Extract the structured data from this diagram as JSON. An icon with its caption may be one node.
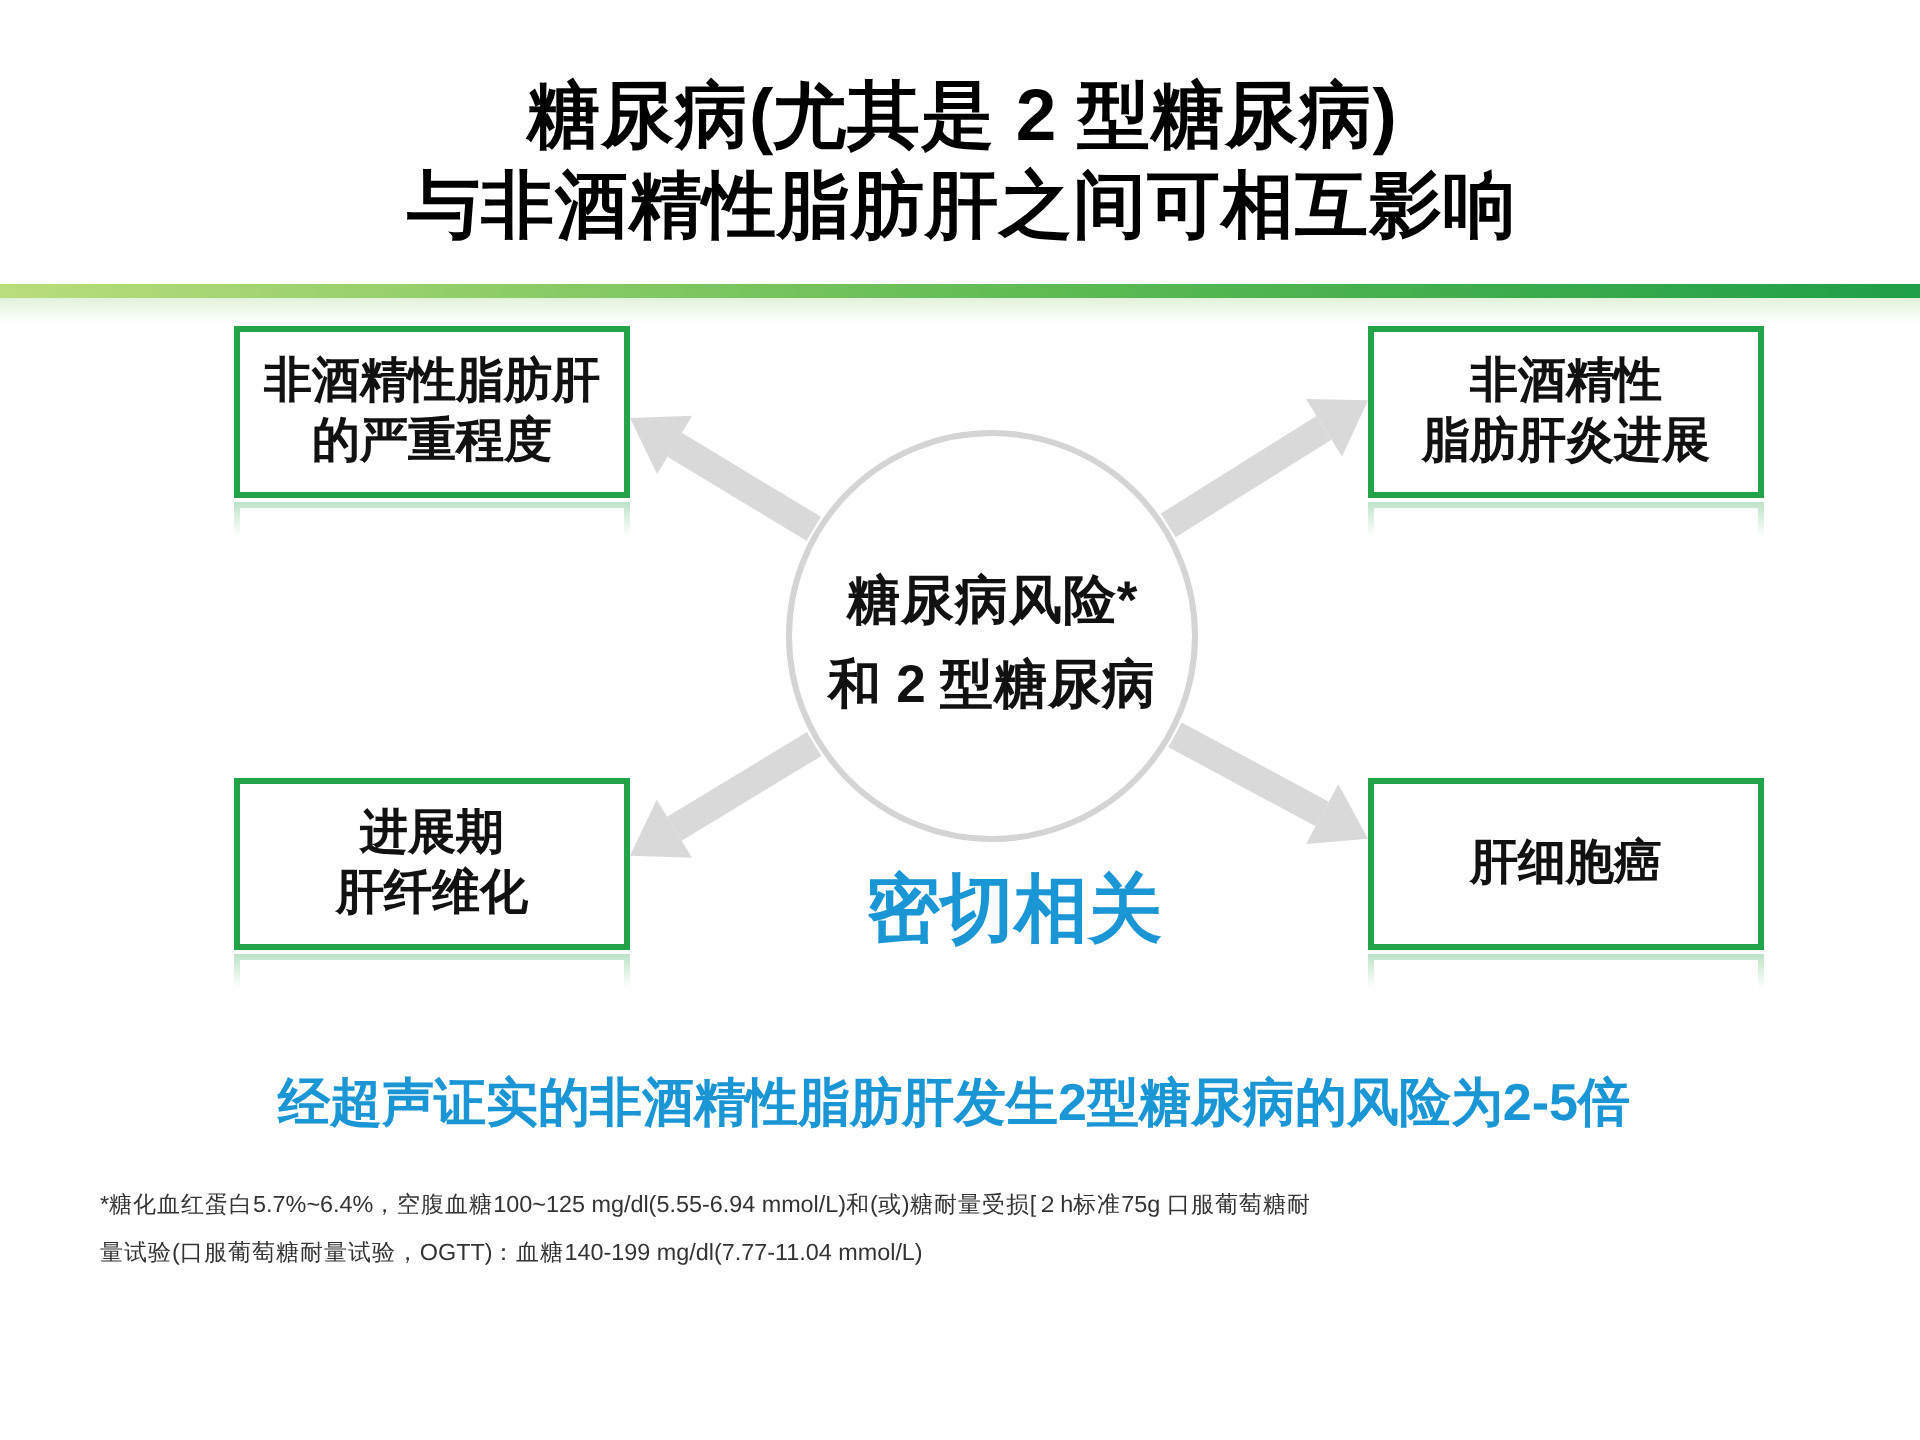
{
  "diagram": {
    "title": "糖尿病(尤其是 2 型糖尿病)与非酒精性脂肪肝之间可相互影响",
    "nodes": [
      {
        "text": [
          "非酒精性脂肪肝的严重程度"
        ]
      },
      {
        "text": [
          "非酒精性脂肪肝炎进展"
        ]
      },
      {
        "text": [
          "糖尿病风险*和 2 型糖尿病"
        ]
      },
      {
        "text": [
          "进展期肝纤维化"
        ]
      },
      {
        "text": [
          "肝细胞癌"
        ]
      }
    ],
    "edges": [
      {
        "from": 2,
        "to": 0,
        "arrow": "to"
      },
      {
        "from": 2,
        "to": 1,
        "arrow": "to"
      },
      {
        "from": 2,
        "to": 3,
        "arrow": "to"
      },
      {
        "from": 2,
        "to": 4,
        "arrow": "to"
      }
    ],
    "labels": [
      "密切相关",
      "经超声证实的非酒精性脂肪肝发生2型糖尿病的风险为2-5倍",
      "*糖化血红蛋白5.7%~6.4%，空腹血糖100~125 mg/dl(5.55-6.94 mmol/L)和(或)糖耐量受损[２h标准75g 口服葡萄糖耐量试验(口服葡萄糖耐量试验，OGTT)：血糖140-199 mg/dl(7.77-11.04 mmol/L)"
    ]
  }
}
